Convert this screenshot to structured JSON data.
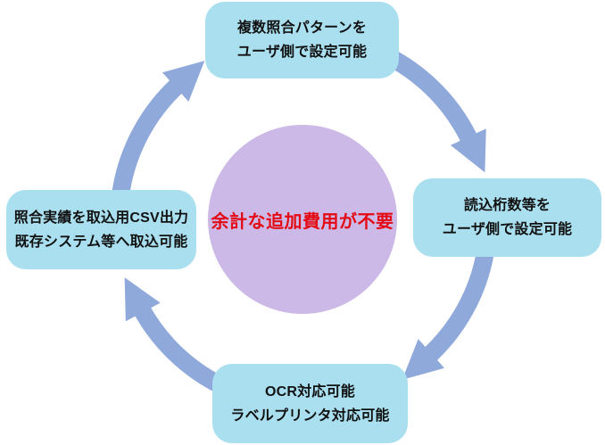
{
  "diagram": {
    "type": "cycle",
    "direction": "clockwise",
    "center": {
      "text": "余計な追加費用が不要"
    },
    "boxes": [
      {
        "position": "top",
        "line1": "複数照合パターンを",
        "line2": "ユーザ側で設定可能"
      },
      {
        "position": "right",
        "line1": "読込桁数等を",
        "line2": "ユーザ側で設定可能"
      },
      {
        "position": "bottom",
        "line1": "OCR対応可能",
        "line2": "ラベルプリンタ対応可能"
      },
      {
        "position": "left",
        "line1": "照合実績を取込用CSV出力",
        "line2": "既存システム等へ取込可能"
      }
    ],
    "colors": {
      "background": "#FFFFFF",
      "box_bg": "#A9DFEF",
      "box_text": "#111111",
      "circle_bg": "#CDB9E7",
      "center_text": "#E30A14",
      "arrow": "#8FA9DB"
    }
  }
}
